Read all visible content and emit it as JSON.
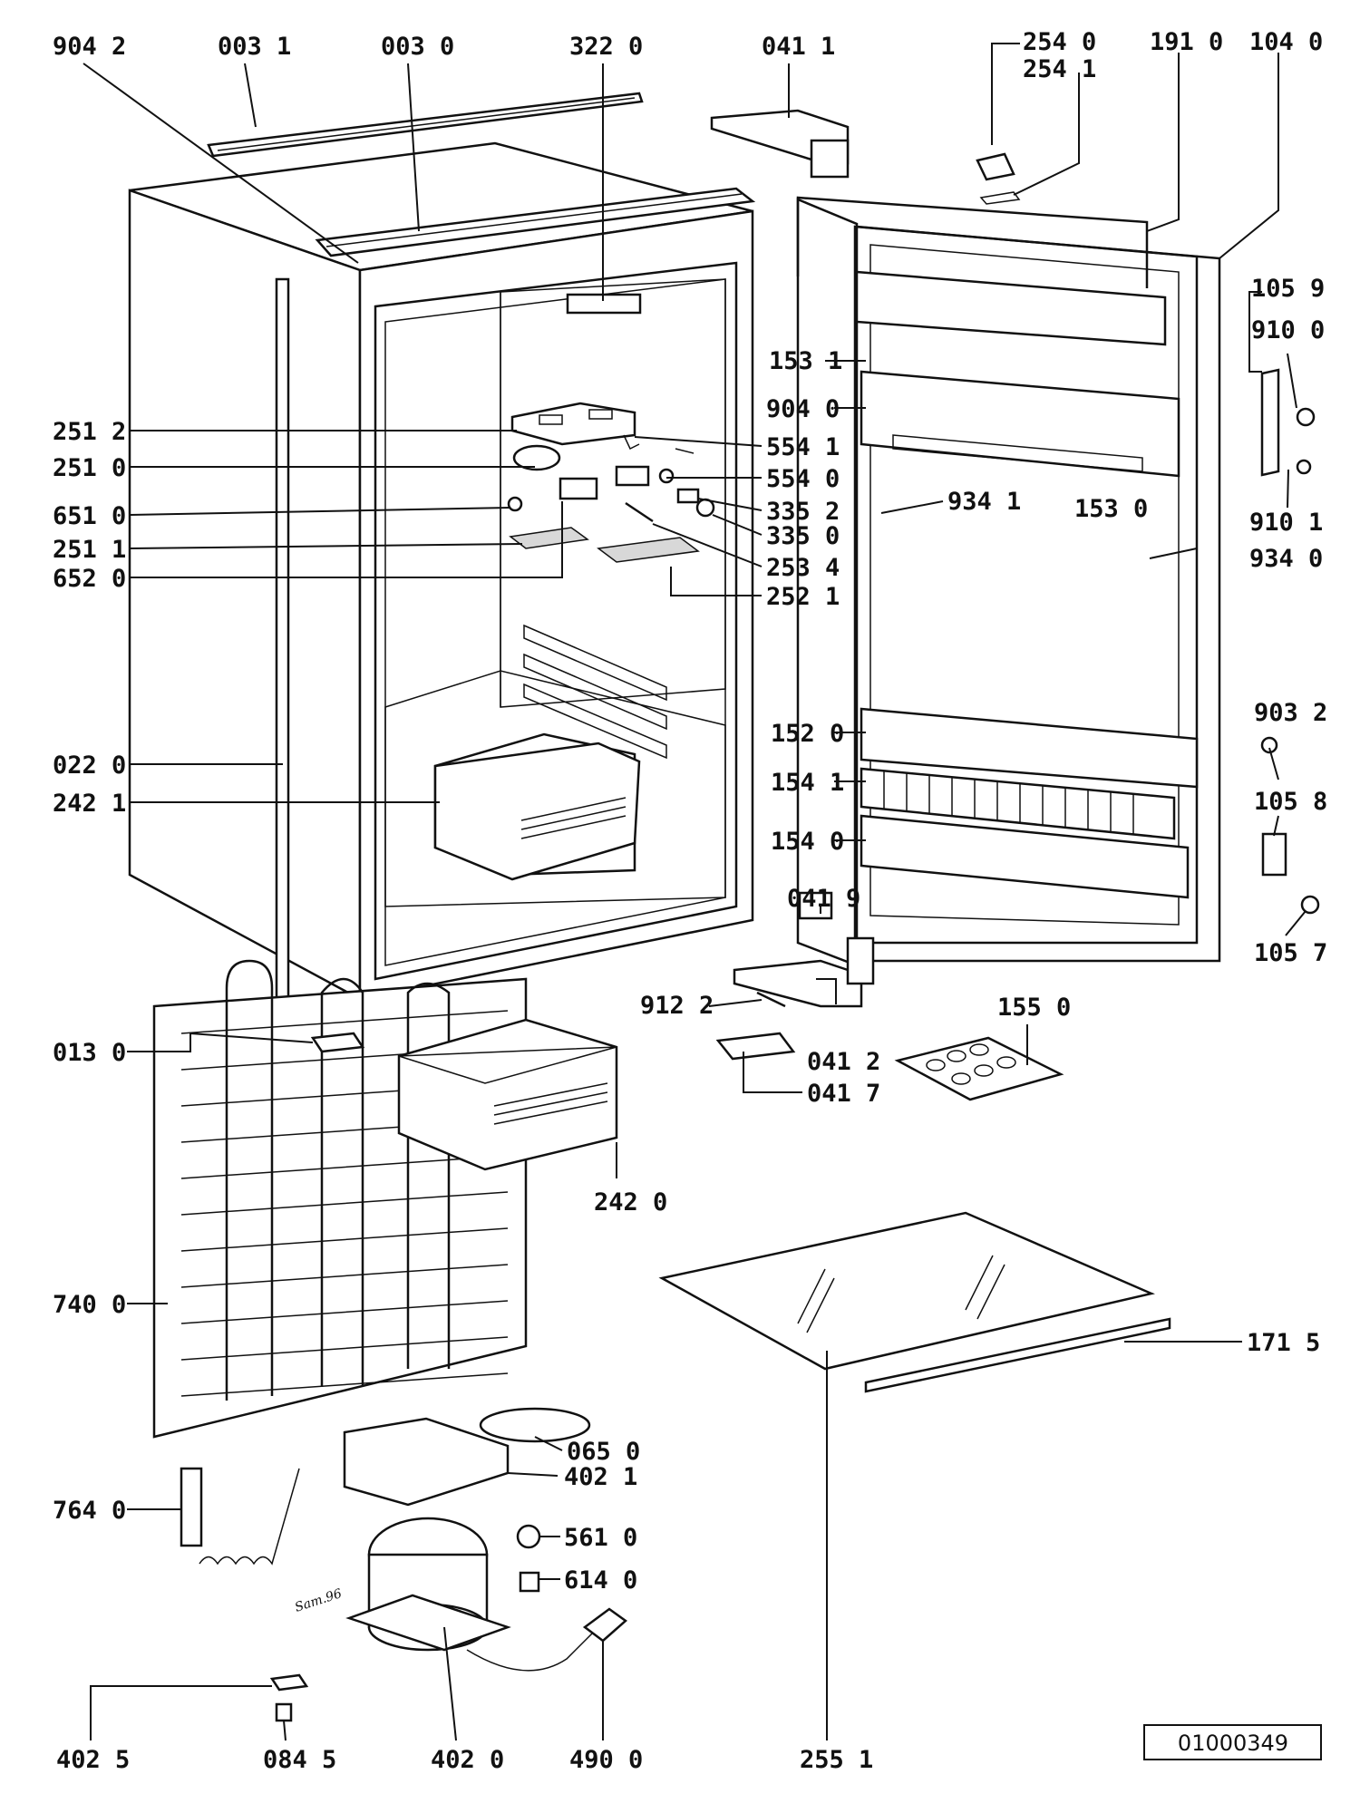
{
  "diagram": {
    "labels": {
      "p9042": "904 2",
      "p0031": "003 1",
      "p0030": "003 0",
      "p3220": "322 0",
      "p0411": "041 1",
      "p2540": "254 0",
      "p2541": "254 1",
      "p1910": "191 0",
      "p1040": "104 0",
      "p1059": "105 9",
      "p9100": "910 0",
      "p1531": "153 1",
      "p9040": "904 0",
      "p2512": "251 2",
      "p5541": "554 1",
      "p2510": "251 0",
      "p5540": "554 0",
      "p6510": "651 0",
      "p3352": "335 2",
      "p3350": "335 0",
      "p9341": "934 1",
      "p1530": "153 0",
      "p9101": "910 1",
      "p2511": "251 1",
      "p2534": "253 4",
      "p9340": "934 0",
      "p6520": "652 0",
      "p2521": "252 1",
      "p9032": "903 2",
      "p1520": "152 0",
      "p0220": "022 0",
      "p1541": "154 1",
      "p1058": "105 8",
      "p2421": "242 1",
      "p1540": "154 0",
      "p0419": "041 9",
      "p1057": "105 7",
      "p9122": "912 2",
      "p1550": "155 0",
      "p0130": "013 0",
      "p0412": "041 2",
      "p0417": "041 7",
      "p2420": "242 0",
      "p7400": "740 0",
      "p1715": "171 5",
      "p0650": "065 0",
      "p4021": "402 1",
      "p7640": "764 0",
      "p5610": "561 0",
      "p6140": "614 0",
      "p4025": "402 5",
      "p0845": "084 5",
      "p4020": "402 0",
      "p4900": "490 0",
      "p2551": "255 1"
    },
    "signature": "Sam.96",
    "doc_id": "01000349"
  }
}
